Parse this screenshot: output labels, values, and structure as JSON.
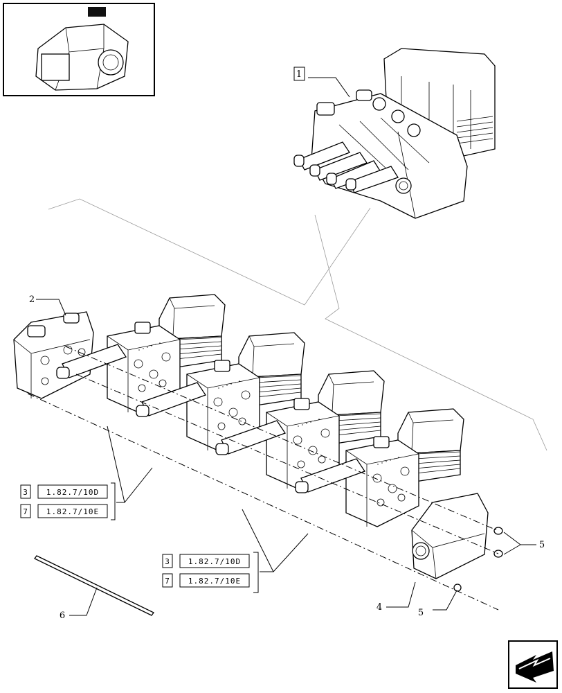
{
  "callouts": {
    "assembly": "1",
    "inlet_section": "2",
    "end_cover": "4",
    "fasteners_right": "5",
    "fastener_bottom": "5",
    "rod": "6"
  },
  "reference_tables": [
    {
      "rows": [
        {
          "qty": "3",
          "code": "1.82.7/10D"
        },
        {
          "qty": "7",
          "code": "1.82.7/10E"
        }
      ]
    },
    {
      "rows": [
        {
          "qty": "3",
          "code": "1.82.7/10D"
        },
        {
          "qty": "7",
          "code": "1.82.7/10E"
        }
      ]
    }
  ],
  "icons": {
    "thumbnail": "transmission-housing-thumbnail",
    "navigation": "next-page-arrow-icon"
  }
}
